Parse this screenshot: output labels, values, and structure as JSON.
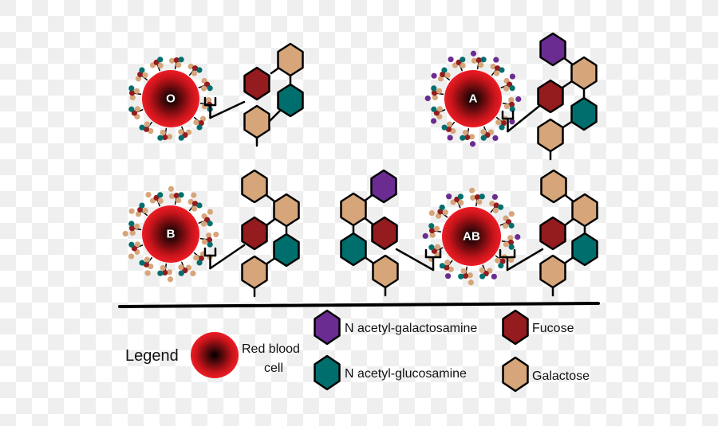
{
  "colors": {
    "n_acetyl_galactosamine": "#6a2c91",
    "fucose": "#941b1e",
    "n_acetyl_glucosamine": "#006e6c",
    "galactose": "#d6a57a",
    "outline": "#000000",
    "cell_edge": "#ee1c25",
    "cell_center": "#000000",
    "cell_label": "#ffffff"
  },
  "cells": [
    {
      "id": "O",
      "label": "O",
      "antigen_type": "H"
    },
    {
      "id": "A",
      "label": "A",
      "antigen_type": "A"
    },
    {
      "id": "B",
      "label": "B",
      "antigen_type": "B"
    },
    {
      "id": "AB",
      "label": "AB",
      "antigen_type": "AB"
    }
  ],
  "structures": {
    "O": [
      "galactose",
      "fucose",
      "n_acetyl_glucosamine",
      "galactose"
    ],
    "A": [
      "n_acetyl_galactosamine",
      "galactose",
      "fucose",
      "n_acetyl_glucosamine",
      "galactose"
    ],
    "B": [
      "galactose",
      "galactose",
      "fucose",
      "n_acetyl_glucosamine",
      "galactose"
    ]
  },
  "legend": {
    "title": "Legend",
    "rbc_label_line1": "Red blood",
    "rbc_label_line2": "cell",
    "items": [
      {
        "key": "n_acetyl_galactosamine",
        "label": "N acetyl-galactosamine"
      },
      {
        "key": "fucose",
        "label": "Fucose"
      },
      {
        "key": "n_acetyl_glucosamine",
        "label": "N acetyl-glucosamine"
      },
      {
        "key": "galactose",
        "label": "Galactose"
      }
    ]
  }
}
